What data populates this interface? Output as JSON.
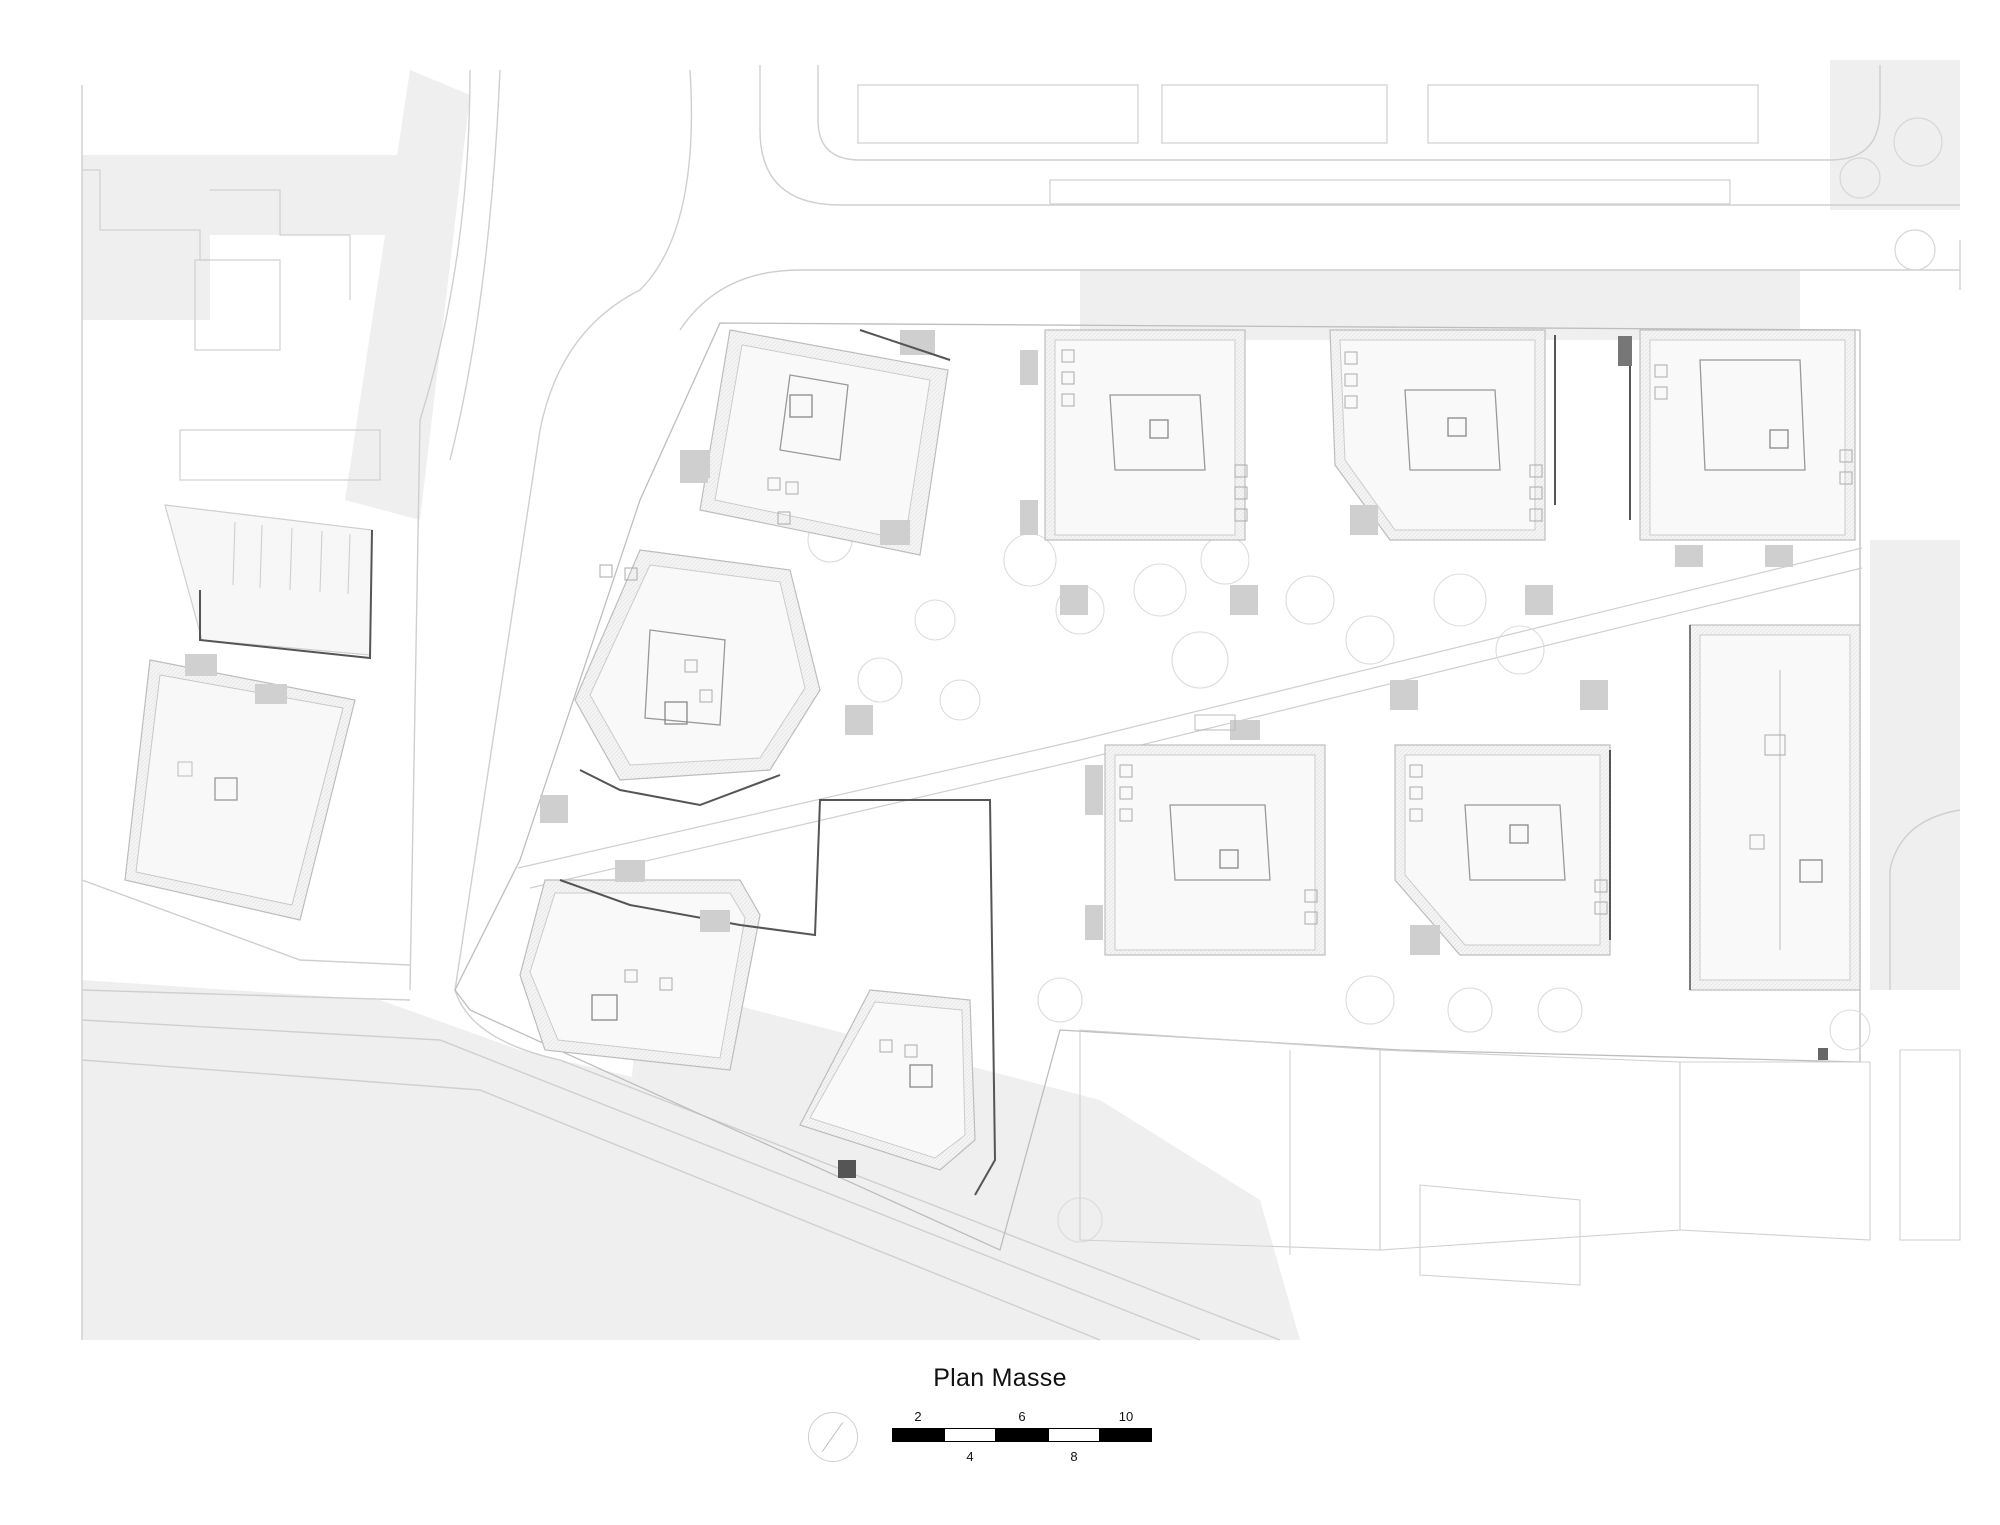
{
  "title": "Plan Masse",
  "scale": {
    "top_labels": [
      "2",
      "6",
      "10"
    ],
    "bottom_labels": [
      "4",
      "8"
    ]
  },
  "icons": [
    "north-arrow-icon",
    "scale-bar-icon"
  ],
  "colors": {
    "line": "#c8c8c8",
    "building_fill": "#f6f6f6",
    "shadow": "#ebebeb",
    "accent_dark": "#555555",
    "text": "#111111"
  }
}
